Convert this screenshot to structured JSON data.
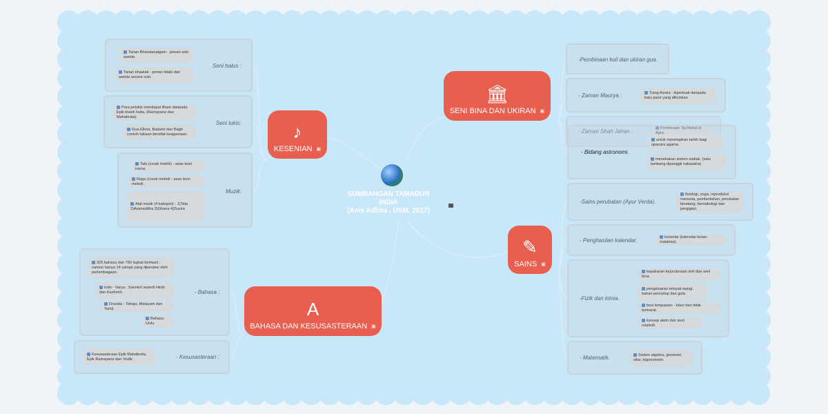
{
  "central": {
    "title": "SUMBANGAN TAMADUN INDIA",
    "subtitle": "(Anis Adlina , USM, 2017)"
  },
  "topics": [
    {
      "label": "KESENIAN",
      "icon": "music-note-icon"
    },
    {
      "label": "SENI BINA DAN UKIRAN",
      "icon": "building-icon"
    },
    {
      "label": "SAINS",
      "icon": "pencil-icon"
    },
    {
      "label": "BAHASA DAN KESUSASTERAAN",
      "icon": "dictionary-icon"
    }
  ],
  "groups": [
    {
      "label": "Seni halus :",
      "leaves": [
        "Tarian Bharatanatgam - penari solo wanita",
        "Tarian khaatak - penari lelaki dan wanita secara solo."
      ]
    },
    {
      "label": "Seni lukis:",
      "leaves": [
        "Para pelukis mendapat ilham daripada Epik klasik India. (Ramayana dan Mahabrata)",
        "Gua Ellora, Badami dan Bagh contoh lukisan bersifat keagamaan."
      ]
    },
    {
      "label": "Muzik:",
      "leaves": [
        "Tala (corak metrik) - asas teori irama.",
        "Raga (corak melodi - asas teori melodi.",
        "Alat muzik (4 kategori) - 1)Tata 2)Avanaddha 3)Ghana 4)Susira"
      ]
    },
    {
      "label": "- Bahasa :",
      "leaves": [
        "325 bahasa dan 750 loghat berhasil ; namun hanya 14 sahaja yang diperakui oleh perlembagaan.",
        "Indo - Varya : Sanskrit seperti Hindi dan Kashmiri.",
        "Dravida - Telegu, Malayam dan Tamil.",
        "Bahasa Urdu."
      ]
    },
    {
      "label": "- Kesusasteraan :",
      "leaves": [
        "Kesusasteraan Epik Mahabrata, Epik Ramayana dan Vedik."
      ]
    },
    {
      "label": "-Pembinaan kuil dan ukiran gua.",
      "leaves": []
    },
    {
      "label": "- Zaman Maurya :",
      "leaves": [
        "Tiang Asoka : diperbuat daripada batu pasir yang dilicinkan"
      ]
    },
    {
      "label": "- Zaman Shah Jahan :",
      "leaves": [
        "Pembinaan Taj Mahal di Agra."
      ]
    },
    {
      "label": "- Bidang astronomi.",
      "leaves": [
        "untuk menetapkan tarikh bagi upacara agama.",
        "menekakan sistem zodiak. (satu lambang dipanggil nakasatra)"
      ]
    },
    {
      "label": "-Sains perubatan (Ayur Verda).",
      "leaves": [
        "fisiologi, yoga, reproduksi manusia, pembedahan, perubatan binatang, farmakologi dan pergigian."
      ]
    },
    {
      "label": "- Penghasilan kalendar.",
      "leaves": [
        "lunisolar (kalendar bulan-matahari)."
      ]
    },
    {
      "label": "-Fizik dan kimia.",
      "leaves": [
        "kepakaran kejuruteraan sivil dan seni bina.",
        "pengeluaran minyak wangi, bahan pencelup dan gula.",
        "besi tempawan - tulen dan tidak berkarat.",
        "konsep atom dan teori relativiti."
      ]
    },
    {
      "label": "- Matematik.",
      "leaves": [
        "Sistem algebra, geometri, sifar, trigonometri."
      ]
    }
  ],
  "colors": {
    "topic": "#e85f50",
    "cloud": "#c8e7f8"
  }
}
